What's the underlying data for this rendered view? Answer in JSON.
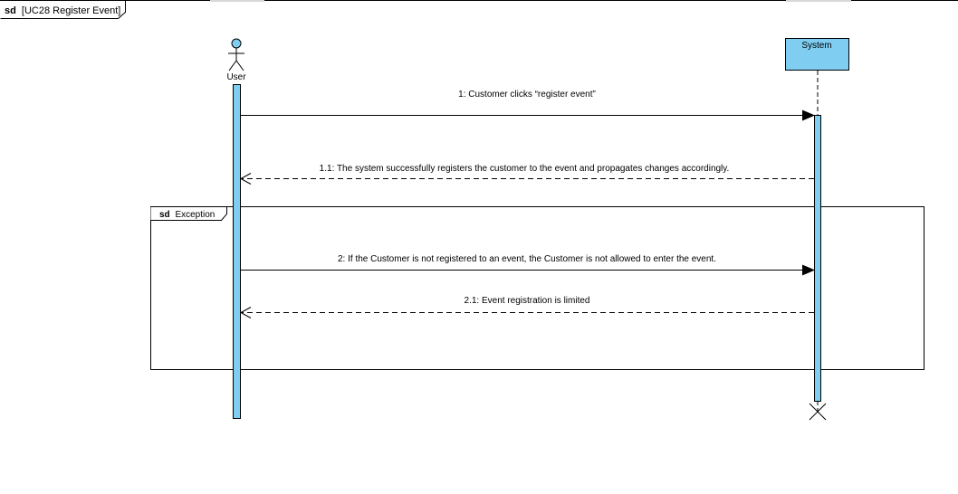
{
  "frame": {
    "keyword": "sd",
    "name": "[UC28 Register Event]"
  },
  "lifelines": {
    "user": {
      "label": "User"
    },
    "system": {
      "label": "System"
    }
  },
  "messages": [
    {
      "label": "1: Customer clicks “register event”",
      "kind": "sync"
    },
    {
      "label": "1.1:  The system successfully registers the customer to the event and propagates changes accordingly.",
      "kind": "return"
    },
    {
      "label": "2:  If the Customer is not registered to an event, the Customer is not allowed to enter the event.",
      "kind": "sync"
    },
    {
      "label": "2.1: Event registration is limited",
      "kind": "return"
    }
  ],
  "fragment": {
    "keyword": "sd",
    "name": "Exception"
  },
  "colors": {
    "lifeline_fill": "#7fcef2",
    "border": "#000000",
    "background": "#ffffff"
  }
}
